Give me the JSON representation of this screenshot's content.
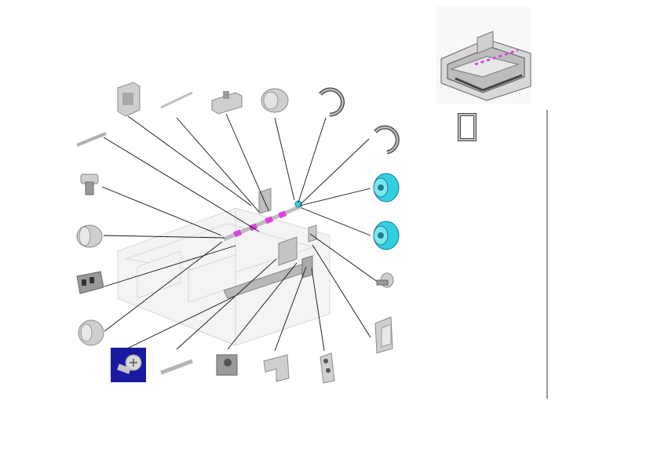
{
  "diagram": {
    "colors": {
      "leader": "#111111",
      "highlight_magenta": "#e040e0",
      "highlight_cyan": "#30d0e0",
      "selected_bg": "#1a1aa0",
      "part_gray": "#c8c8c8",
      "divider": "#333333"
    },
    "parts": [
      {
        "id": "bracket-top",
        "icon": "bracket-part"
      },
      {
        "id": "rod-thin",
        "icon": "rod-part"
      },
      {
        "id": "clamp-block",
        "icon": "clamp-part"
      },
      {
        "id": "bushing-top",
        "icon": "bushing-part"
      },
      {
        "id": "e-ring-top",
        "icon": "e-ring-part"
      },
      {
        "id": "shaft-left",
        "icon": "shaft-part"
      },
      {
        "id": "screw-left",
        "icon": "screw-part"
      },
      {
        "id": "roller-gray",
        "icon": "roller-part"
      },
      {
        "id": "gear-block",
        "icon": "gear-block-part"
      },
      {
        "id": "bushing-left",
        "icon": "bushing-part"
      },
      {
        "id": "screw-selected",
        "icon": "screw-part",
        "selected": true
      },
      {
        "id": "rod-bottom",
        "icon": "rod-part"
      },
      {
        "id": "sensor-bottom",
        "icon": "sensor-part"
      },
      {
        "id": "bracket-bottom",
        "icon": "bracket-part"
      },
      {
        "id": "plate-bottom",
        "icon": "plate-part"
      },
      {
        "id": "e-ring-right",
        "icon": "e-ring-part"
      },
      {
        "id": "roller-cyan-upper",
        "icon": "roller-part",
        "highlight": "cyan"
      },
      {
        "id": "roller-cyan-lower",
        "icon": "roller-part",
        "highlight": "cyan"
      },
      {
        "id": "pin-right",
        "icon": "pin-part"
      },
      {
        "id": "cover-right",
        "icon": "cover-part"
      },
      {
        "id": "frame-side",
        "icon": "frame-part"
      }
    ]
  }
}
